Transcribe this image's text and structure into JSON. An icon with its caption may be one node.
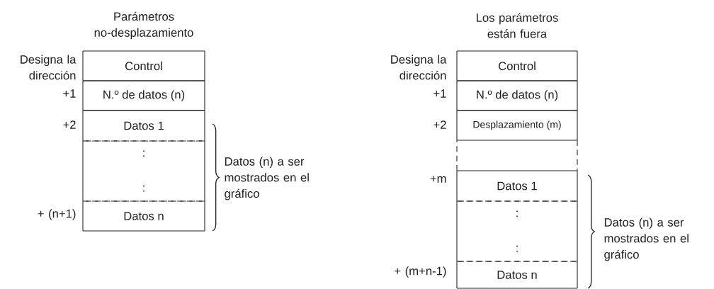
{
  "diagram": {
    "nodes": [
      {
        "text": [
          "Control"
        ]
      },
      {
        "text": [
          "N.º de datos (n)"
        ]
      },
      {
        "text": [
          "Datos 1"
        ]
      },
      {
        "text": [
          ":",
          ":"
        ]
      },
      {
        "text": [
          "Datos n"
        ]
      },
      {
        "text": [
          "Control"
        ]
      },
      {
        "text": [
          "N.º de datos (n)"
        ]
      },
      {
        "text": [
          "Desplazamiento (m)"
        ]
      },
      {
        "text": [],
        "shape": "box"
      },
      {
        "text": [
          "Datos 1"
        ]
      },
      {
        "text": [
          ":",
          ":"
        ]
      },
      {
        "text": [
          "Datos n"
        ]
      }
    ],
    "labels": [
      "Parámetros no-desplazamiento",
      "Designa la dirección",
      "+1",
      "+2",
      "+ (n+1)",
      "Datos (n) a ser mostrados en el gráfico",
      "Los parámetros están fuera",
      "Designa la dirección",
      "+1",
      "+2",
      "+m",
      "+ (m+n-1)",
      "Datos (n) a ser mostrados en el gráfico"
    ]
  }
}
